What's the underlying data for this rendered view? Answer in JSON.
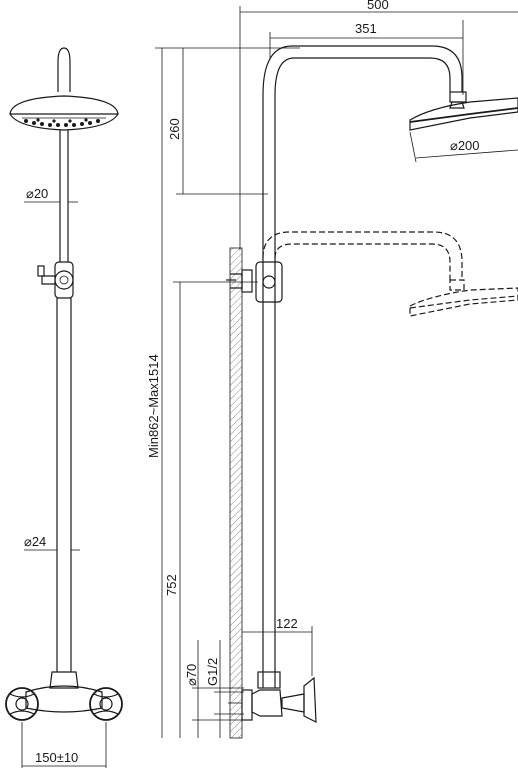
{
  "front_view": {
    "labels": {
      "pipe_upper_diameter": "⌀20",
      "pipe_lower_diameter": "⌀24",
      "valve_spacing": "150±10"
    }
  },
  "side_view": {
    "labels": {
      "total_reach": "500",
      "arm_reach": "351",
      "arm_drop": "260",
      "head_diameter": "⌀200",
      "height_range": "Min862~Max1514",
      "bracket_height": "752",
      "valve_projection": "122",
      "escutcheon_diameter": "⌀70",
      "inlet_thread": "G1/2"
    }
  },
  "colors": {
    "line": "#1a1a1a",
    "hatch": "#6a6a6a"
  }
}
